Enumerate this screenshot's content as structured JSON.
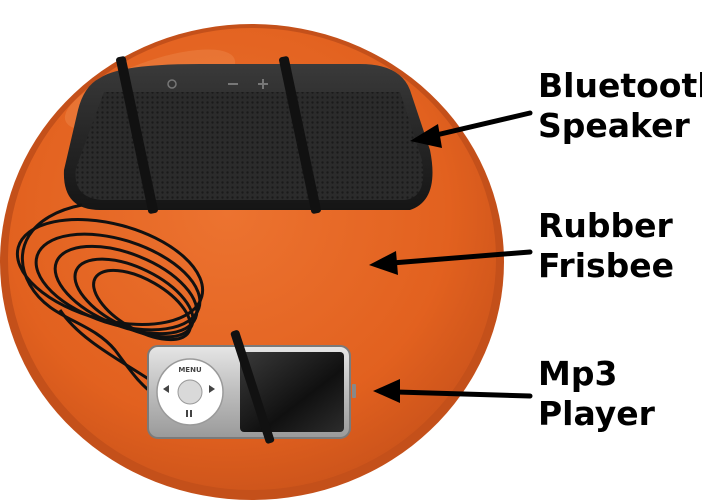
{
  "labels": {
    "speaker": {
      "line1": "Bluetooth",
      "line2": "Speaker"
    },
    "frisbee": {
      "line1": "Rubber",
      "line2": "Frisbee"
    },
    "player": {
      "line1": "Mp3",
      "line2": "Player"
    }
  },
  "device_text": {
    "menu": "MENU"
  },
  "colors": {
    "frisbee": "#e2611f",
    "frisbee_rim": "#c4501a",
    "speaker": "#2a2a2a",
    "player_body": "#c9c9c9",
    "label_text": "#000000"
  }
}
